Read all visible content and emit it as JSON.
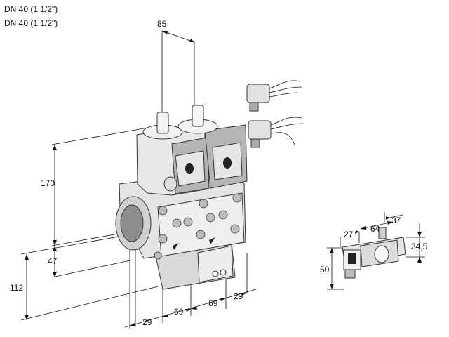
{
  "titles": [
    "DN 40 (1 1/2\")",
    "DN 40 (1 1/2\")"
  ],
  "dimensions": {
    "top_width": "85",
    "height_total": "170",
    "height_lower": "47",
    "height_overall": "112",
    "bottom_offset": "29",
    "bottom_pitch_1": "69",
    "bottom_pitch_2": "69",
    "right_offset": "29",
    "plug_27": "27",
    "plug_64": "64",
    "plug_37": "37",
    "plug_34_5": "34,5",
    "plug_50": "50"
  },
  "colors": {
    "line": "#111111",
    "body_light": "#e6e6e6",
    "body_mid": "#cfcfcf",
    "body_dark": "#9a9a9a"
  }
}
